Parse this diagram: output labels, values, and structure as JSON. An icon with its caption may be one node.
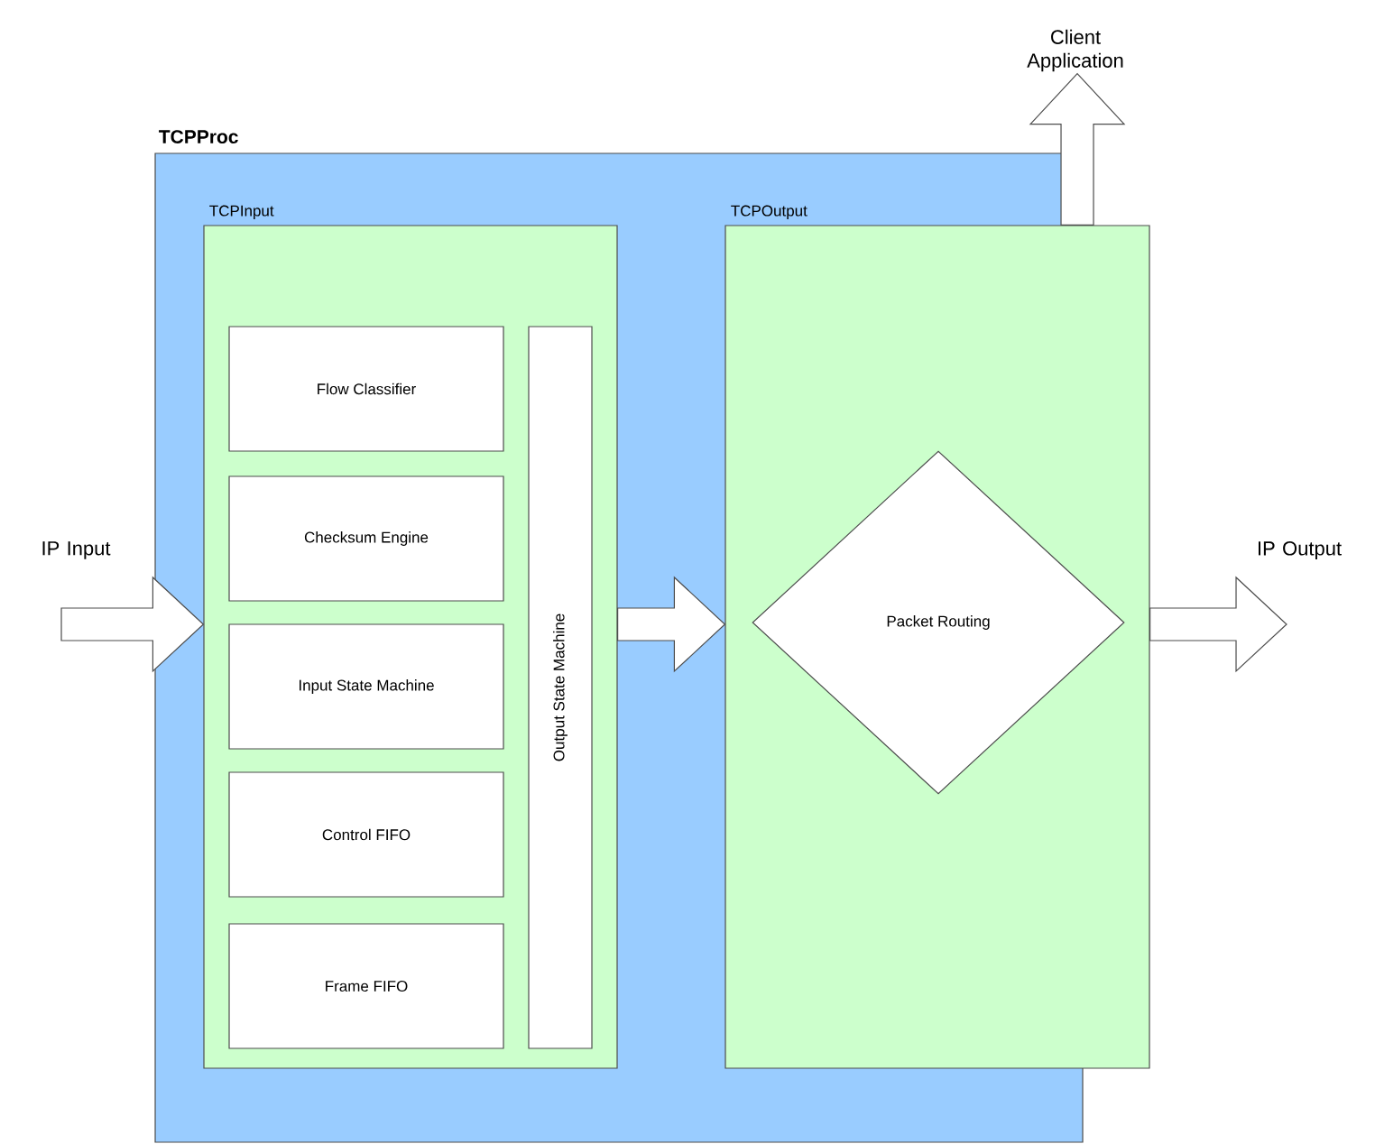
{
  "diagram": {
    "nodes": [
      {
        "text": [
          "TCPProc"
        ]
      },
      {
        "text": [
          "TCPInput"
        ],
        "in": 0
      },
      {
        "text": [
          "Flow Classifier"
        ],
        "in": 1
      },
      {
        "text": [
          "Checksum Engine"
        ],
        "in": 1
      },
      {
        "text": [
          "Input State Machine"
        ],
        "in": 1
      },
      {
        "text": [
          "Control FIFO"
        ],
        "in": 1
      },
      {
        "text": [
          "Frame FIFO"
        ],
        "in": 1
      },
      {
        "text": [
          "Output State Machine"
        ],
        "in": 1
      },
      {
        "text": [
          "TCPOutput"
        ],
        "in": 0
      },
      {
        "text": [
          "Packet Routing"
        ],
        "in": 8
      },
      {
        "text": [
          "IP Input"
        ]
      },
      {
        "text": [
          "IP Output"
        ]
      },
      {
        "text": [
          "Client Application"
        ]
      }
    ],
    "edges": [
      {
        "from": 10,
        "to": 1,
        "arrow": "to"
      },
      {
        "from": 1,
        "to": 8,
        "arrow": "to"
      },
      {
        "from": 8,
        "to": 11,
        "arrow": "to"
      },
      {
        "from": 8,
        "to": 12,
        "arrow": "to"
      }
    ]
  }
}
